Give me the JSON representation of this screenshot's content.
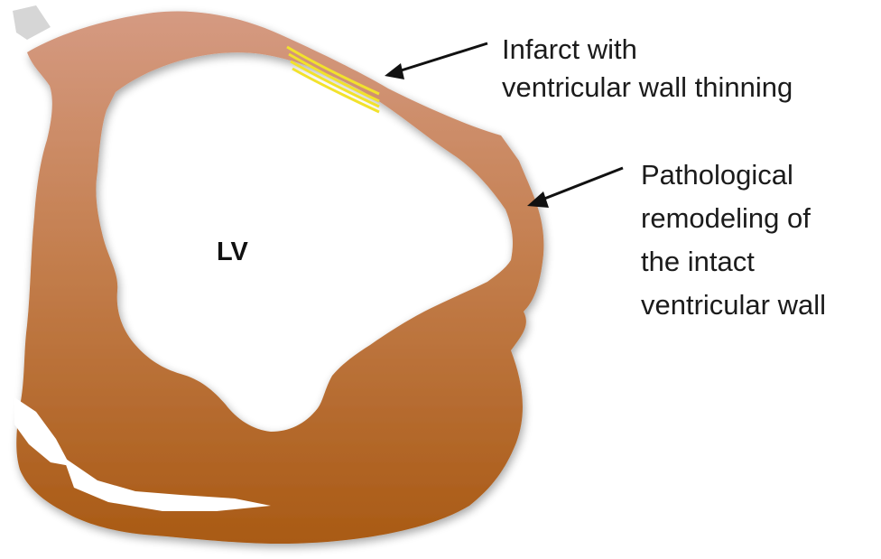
{
  "figure": {
    "chamber_label": "LV",
    "annotations": [
      {
        "lines": [
          "Infarct with",
          "ventricular wall thinning"
        ]
      },
      {
        "lines": [
          "Pathological",
          "remodeling of",
          "the intact",
          "ventricular wall"
        ]
      }
    ]
  },
  "colors": {
    "wall_top": "#d59a82",
    "wall_bottom": "#a95a14",
    "infarct_stripes": "#f2e22c",
    "arrows": "#111111",
    "background": "#ffffff"
  }
}
